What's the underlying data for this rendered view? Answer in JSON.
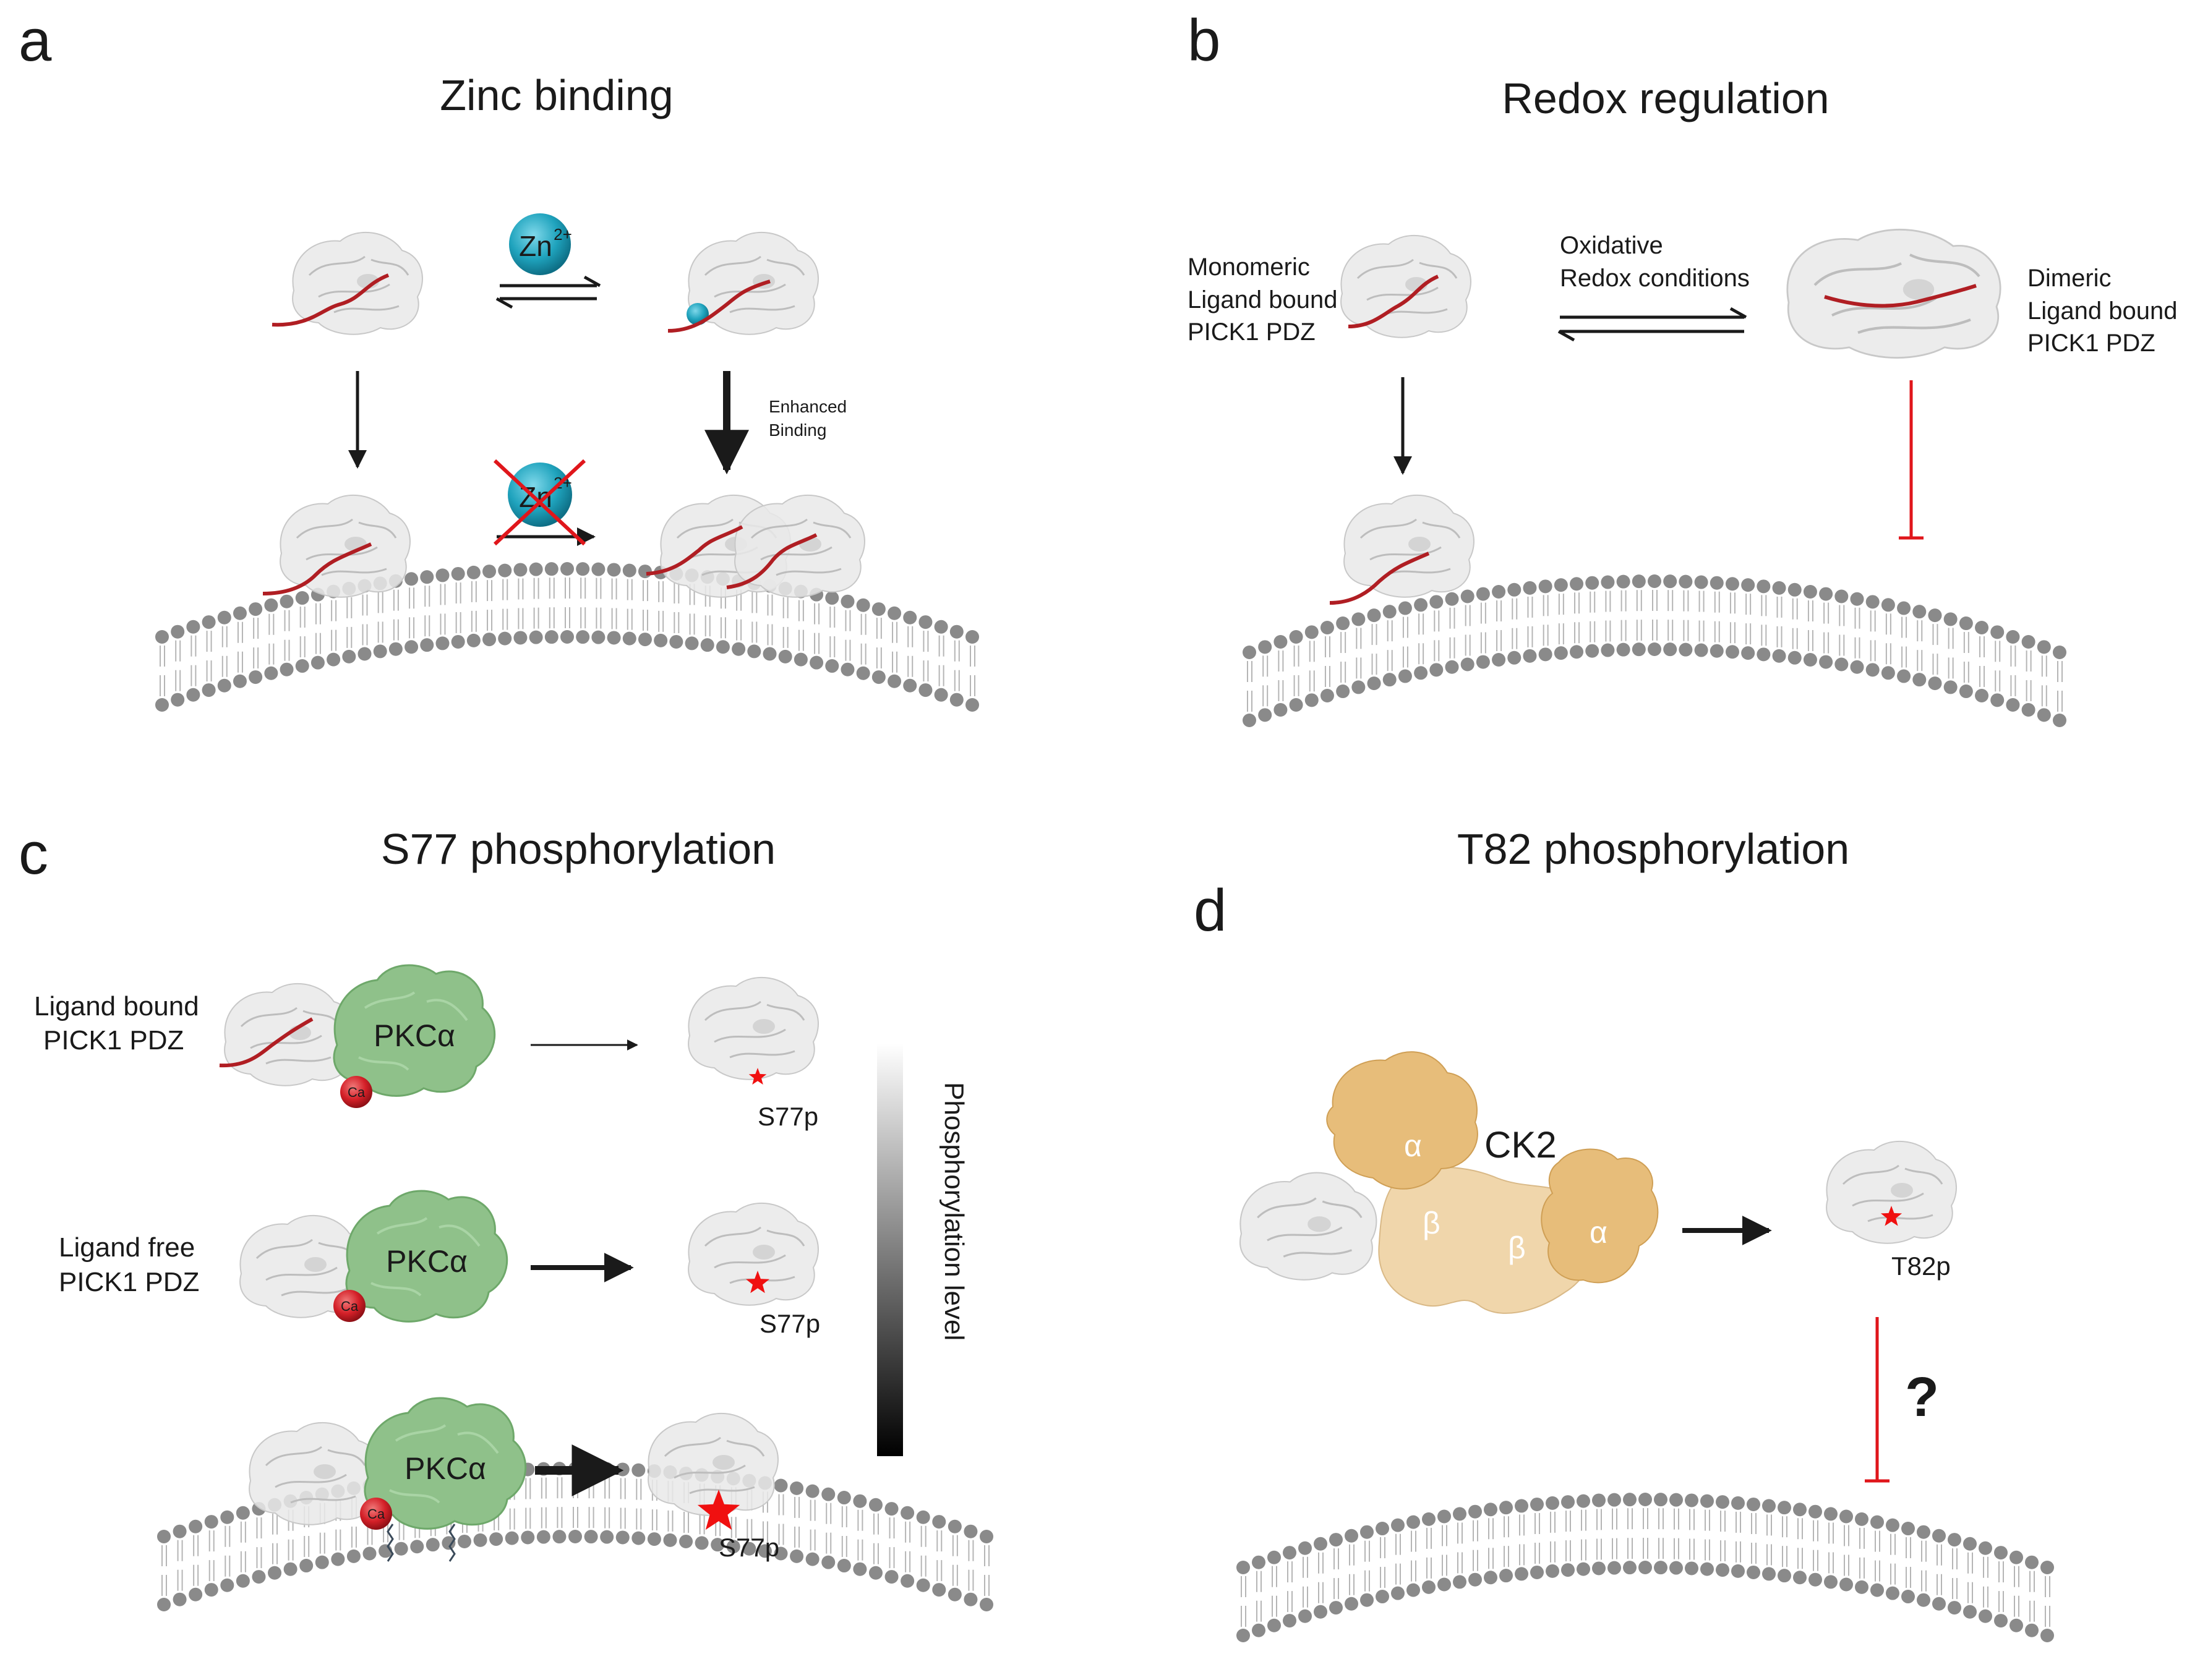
{
  "panels": {
    "a": {
      "letter": "a",
      "title": "Zinc binding",
      "zn_label": "Zn",
      "zn_charge": "2+",
      "zn_small": "Zn²⁺",
      "enhanced_line1": "Enhanced",
      "enhanced_line2": "Binding"
    },
    "b": {
      "letter": "b",
      "title": "Redox regulation",
      "left_line1": "Monomeric",
      "left_line2": "Ligand bound",
      "left_line3": "PICK1 PDZ",
      "arrow_line1": "Oxidative",
      "arrow_line2": "Redox conditions",
      "right_line1": "Dimeric",
      "right_line2": "Ligand bound",
      "right_line3": "PICK1 PDZ"
    },
    "c": {
      "letter": "c",
      "title": "S77 phosphorylation",
      "row1_line1": "Ligand bound",
      "row1_line2": "PICK1 PDZ",
      "row2_line1": "Ligand free",
      "row2_line2": "PICK1 PDZ",
      "kinase": "PKCα",
      "ca": "Ca",
      "product": "S77p",
      "gradient_label": "Phosphorylation level"
    },
    "d": {
      "letter": "d",
      "title": "T82 phosphorylation",
      "kinase": "CK2",
      "alpha": "α",
      "beta": "β",
      "product": "T82p",
      "question": "?"
    }
  },
  "colors": {
    "ligand": "#b01e23",
    "inhibit": "#e0161b",
    "zinc": "#1fa3bd",
    "pkc": "#8fc18a",
    "calcium": "#d42028",
    "ck2_alpha": "#e7bd7a",
    "ck2_beta": "#f0d6ab",
    "membrane": "#8a8a8a",
    "star": "#f01010"
  }
}
